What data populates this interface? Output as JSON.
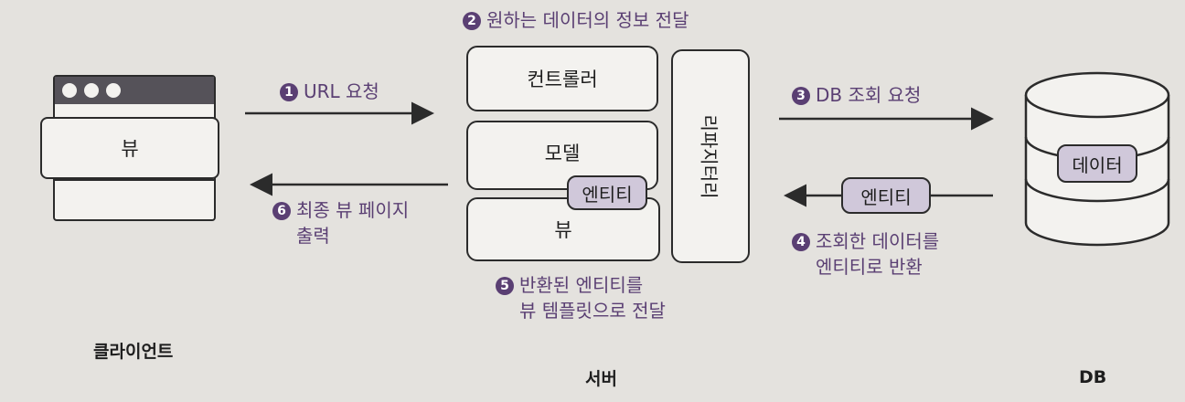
{
  "client": {
    "view_label": "뷰",
    "caption": "클라이언트"
  },
  "server": {
    "controller_label": "컨트롤러",
    "model_label": "모델",
    "entity_label": "엔티티",
    "view_label": "뷰",
    "repository_label": "리파지터리",
    "caption": "서버"
  },
  "db": {
    "data_label": "데이터",
    "caption": "DB"
  },
  "steps": {
    "s1": {
      "num": "1",
      "text": "URL 요청"
    },
    "s2": {
      "num": "2",
      "text": "원하는 데이터의 정보 전달"
    },
    "s3": {
      "num": "3",
      "text": "DB 조회 요청"
    },
    "s4": {
      "num": "4",
      "line1": "조회한 데이터를",
      "line2": "엔티티로 반환",
      "entity_label": "엔티티"
    },
    "s5": {
      "num": "5",
      "line1": "반환된 엔티티를",
      "line2": "뷰 템플릿으로 전달"
    },
    "s6": {
      "num": "6",
      "line1": "최종 뷰 페이지",
      "line2": "출력"
    }
  },
  "colors": {
    "accent": "#5a3f73",
    "entity_fill": "#d0c8da",
    "box_fill": "#f3f2ef",
    "stroke": "#2b2b2b"
  }
}
